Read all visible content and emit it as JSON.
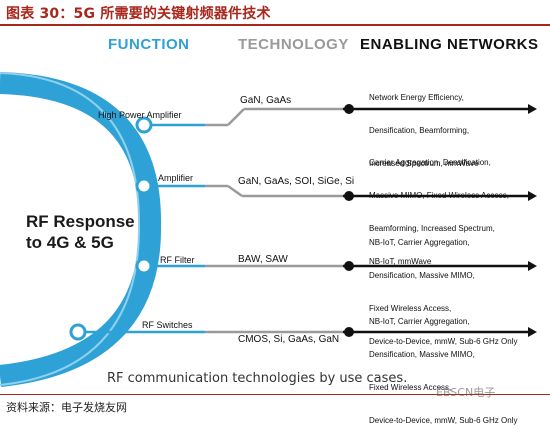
{
  "title": "图表 30：5G 所需要的关键射频器件技术",
  "headers": {
    "function": "FUNCTION",
    "technology": "TECHNOLOGY",
    "networks": "ENABLING NETWORKS"
  },
  "center_label": {
    "line1": "RF Response",
    "line2": "to 4G & 5G"
  },
  "rows": [
    {
      "function": "High Power Amplifier",
      "technology": "GaN, GaAs",
      "networks": [
        "Network Energy Efficiency,",
        "Densification, Beamforming,",
        "Increased Spectrum, mmWave"
      ]
    },
    {
      "function": "Amplifier",
      "technology": "GaN, GaAs, SOI, SiGe, Si",
      "networks": [
        "Carrier Aggregation, Densification,",
        "Massive MIMO, Fixed Wireless Access,",
        "Beamforming, Increased Spectrum,",
        "NB-IoT, mmWave"
      ]
    },
    {
      "function": "RF Filter",
      "technology": "BAW, SAW",
      "networks": [
        "NB-IoT, Carrier Aggregation,",
        "Densification, Massive MIMO,",
        "Fixed Wireless Access,",
        "Device-to-Device, mmW, Sub-6 GHz Only"
      ]
    },
    {
      "function": "RF Switches",
      "technology": "CMOS, Si, GaAs, GaN",
      "networks": [
        "NB-IoT, Carrier Aggregation,",
        "Densification, Massive MIMO,",
        "Fixed Wireless Access,",
        "Device-to-Device, mmW, Sub-6 GHz Only"
      ]
    }
  ],
  "caption": "RF communication technologies by use cases.",
  "source": "资料来源：电子发烧友网",
  "watermark": "EBSCN电子",
  "colors": {
    "title": "#a8281d",
    "function": "#2ea1d6",
    "technology": "#9a9a9a",
    "network": "#111111"
  }
}
